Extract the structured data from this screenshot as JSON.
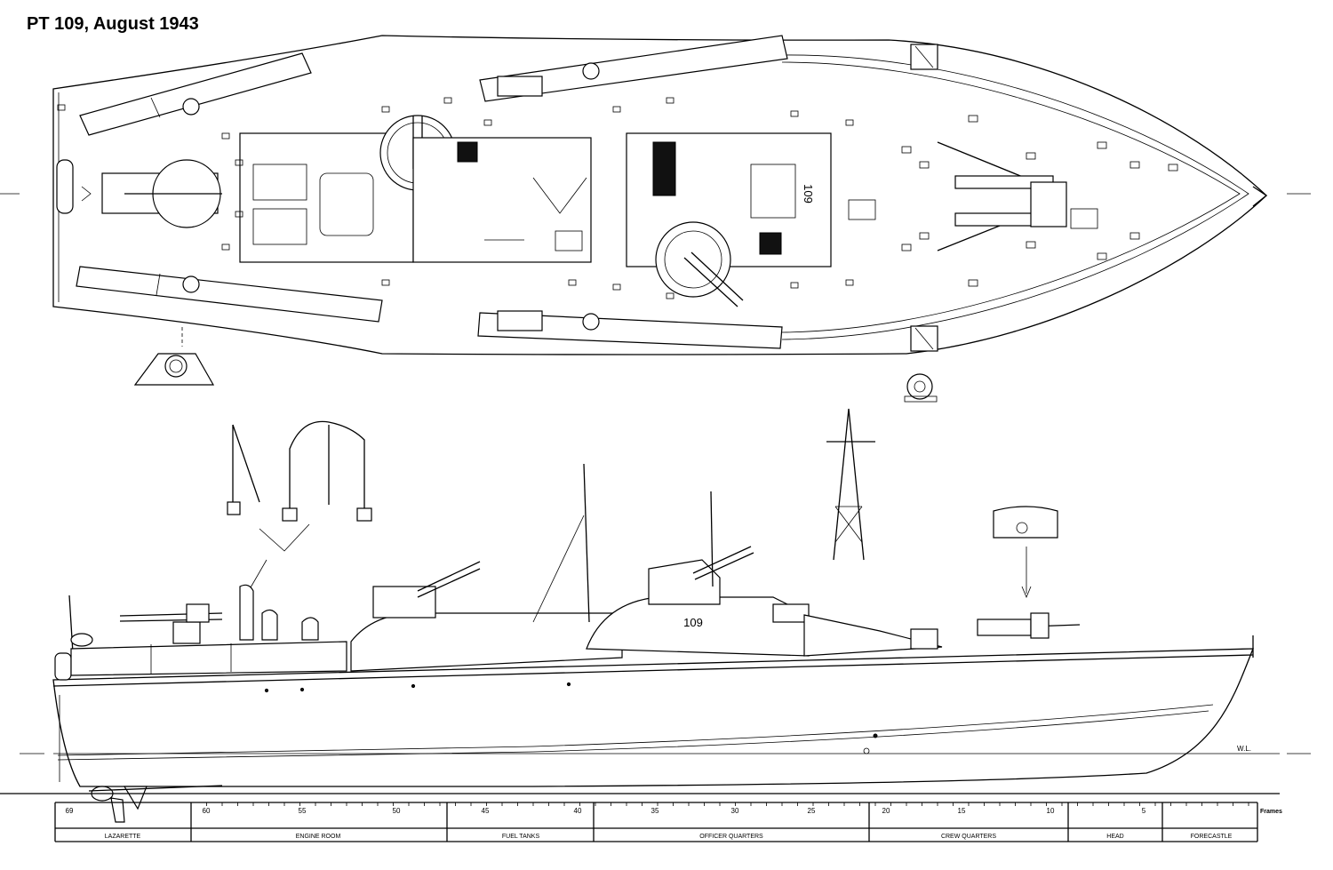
{
  "title": "PT 109, August 1943",
  "hull_number": "109",
  "waterline_label": "W.L.",
  "frames_label": "Frames",
  "frame_numbers": [
    "69",
    "60",
    "55",
    "50",
    "45",
    "40",
    "35",
    "30",
    "25",
    "20",
    "15",
    "10",
    "5"
  ],
  "compartments": [
    "LAZARETTE",
    "ENGINE ROOM",
    "FUEL TANKS",
    "OFFICER QUARTERS",
    "CREW QUARTERS",
    "HEAD",
    "FORECASTLE"
  ]
}
